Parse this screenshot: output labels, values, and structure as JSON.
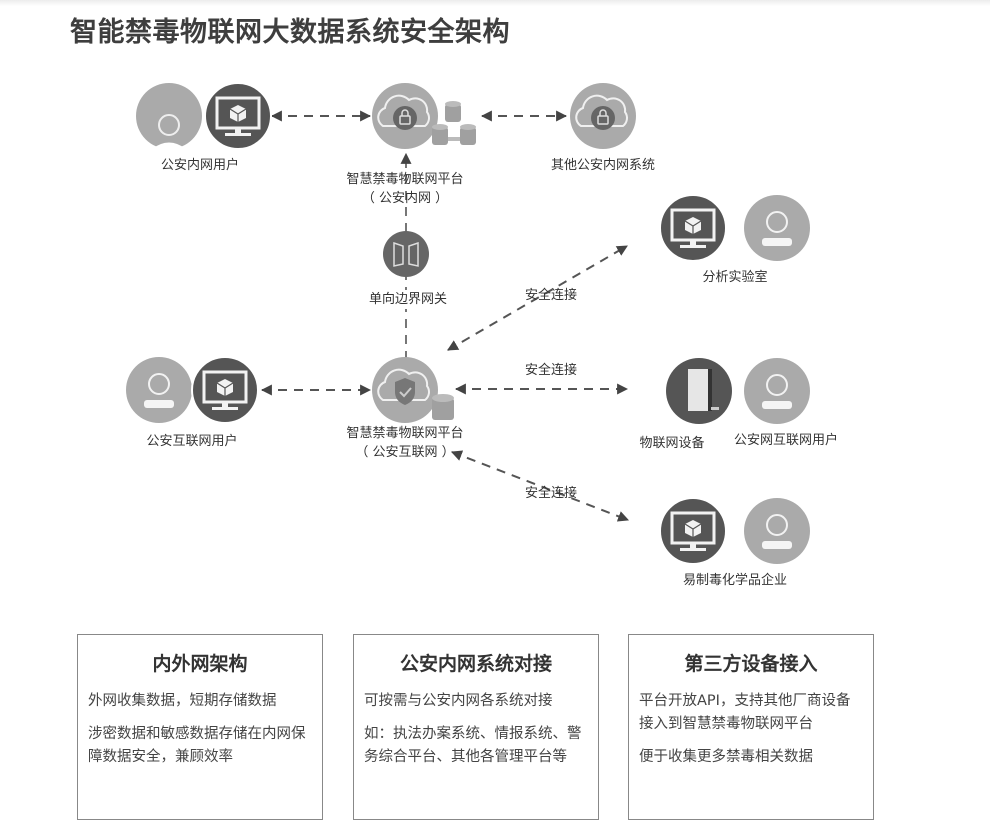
{
  "title": "智能禁毒物联网大数据系统安全架构",
  "nodes": {
    "intranet_user": {
      "label": "公安内网用户",
      "icons": [
        "user-icon",
        "monitor-cube-icon"
      ]
    },
    "intranet_platform": {
      "label_line1": "智慧禁毒物联网平台",
      "label_line2": "（ 公安内网 ）",
      "icons": [
        "cloud-lock-icon",
        "database-cluster-icon"
      ]
    },
    "other_systems": {
      "label": "其他公安内网系统",
      "icons": [
        "cloud-lock-icon"
      ]
    },
    "gateway": {
      "label": "单向边界网关",
      "icons": [
        "gate-icon"
      ]
    },
    "internet_user": {
      "label": "公安互联网用户",
      "icons": [
        "user-icon",
        "monitor-cube-icon"
      ]
    },
    "internet_platform": {
      "label_line1": "智慧禁毒物联网平台",
      "label_line2": "（ 公安互联网 ）",
      "icons": [
        "cloud-shield-icon",
        "database-icon"
      ]
    },
    "lab": {
      "label": "分析实验室",
      "icons": [
        "monitor-cube-icon",
        "user-icon"
      ]
    },
    "iot_device": {
      "label": "物联网设备",
      "icons": [
        "device-icon"
      ]
    },
    "internet_user2": {
      "label": "公安网互联网用户",
      "icons": [
        "user-icon"
      ]
    },
    "chem_enterprise": {
      "label": "易制毒化学品企业",
      "icons": [
        "monitor-cube-icon",
        "user-icon"
      ]
    }
  },
  "edges": {
    "lab_link": "安全连接",
    "iot_link": "安全连接",
    "chem_link": "安全连接"
  },
  "cards": [
    {
      "title": "内外网架构",
      "paragraphs": [
        "外网收集数据，短期存储数据",
        "涉密数据和敏感数据存储在内网保障数据安全，兼顾效率"
      ]
    },
    {
      "title": "公安内网系统对接",
      "paragraphs": [
        "可按需与公安内网各系统对接",
        "如：执法办案系统、情报系统、警务综合平台、其他各管理平台等"
      ]
    },
    {
      "title": "第三方设备接入",
      "paragraphs": [
        "平台开放API，支持其他厂商设备接入到智慧禁毒物联网平台",
        "便于收集更多禁毒相关数据"
      ]
    }
  ],
  "colors": {
    "dark": "#555555",
    "light": "#a8a8a8",
    "line": "#555555"
  }
}
